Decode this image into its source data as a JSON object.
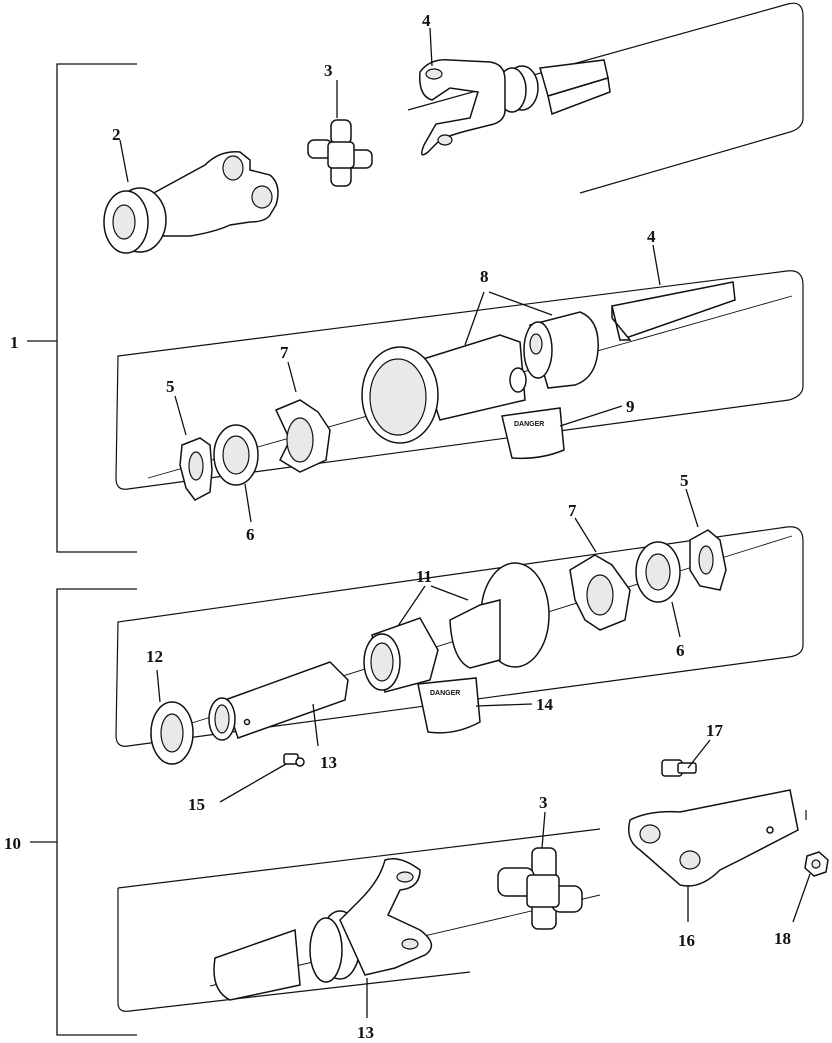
{
  "callouts": [
    {
      "id": "c1",
      "label": "1"
    },
    {
      "id": "c2",
      "label": "2"
    },
    {
      "id": "c3a",
      "label": "3"
    },
    {
      "id": "c4a",
      "label": "4"
    },
    {
      "id": "c4b",
      "label": "4"
    },
    {
      "id": "c5a",
      "label": "5"
    },
    {
      "id": "c6a",
      "label": "6"
    },
    {
      "id": "c7a",
      "label": "7"
    },
    {
      "id": "c8",
      "label": "8"
    },
    {
      "id": "c9",
      "label": "9"
    },
    {
      "id": "c10",
      "label": "10"
    },
    {
      "id": "c11",
      "label": "11"
    },
    {
      "id": "c7b",
      "label": "7"
    },
    {
      "id": "c5b",
      "label": "5"
    },
    {
      "id": "c6b",
      "label": "6"
    },
    {
      "id": "c12",
      "label": "12"
    },
    {
      "id": "c13a",
      "label": "13"
    },
    {
      "id": "c14",
      "label": "14"
    },
    {
      "id": "c15",
      "label": "15"
    },
    {
      "id": "c17",
      "label": "17"
    },
    {
      "id": "c3b",
      "label": "3"
    },
    {
      "id": "c16",
      "label": "16"
    },
    {
      "id": "c18",
      "label": "18"
    },
    {
      "id": "c13b",
      "label": "13"
    }
  ],
  "decals": {
    "upper": "DANGER",
    "lower": "DANGER"
  }
}
